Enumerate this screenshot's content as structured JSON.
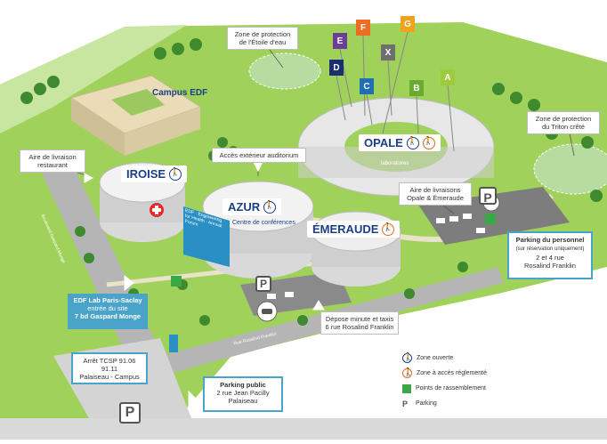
{
  "campus_label": "Campus EDF",
  "buildings": {
    "iroise": "IROISE",
    "azur": "AZUR",
    "opale": "OPALE",
    "emeraude": "ÉMERAUDE"
  },
  "azur_subtitle": "Centre de conférences",
  "labo_label": "laboratoires",
  "banner_text": "EDF · Engineering for Health · Annual Forum",
  "callouts": {
    "etoile_line1": "Zone de protection",
    "etoile_line2": "de l'Étoile d'eau",
    "triton_line1": "Zone de protection",
    "triton_line2": "du Triton crêté",
    "livraison_resto_line1": "Aire de livraison",
    "livraison_resto_line2": "restaurant",
    "auditorium": "Accès extérieur auditorium",
    "livraison_opale_line1": "Aire de livraisons",
    "livraison_opale_line2": "Opale & Émeraude",
    "personnel_title": "Parking du personnel",
    "personnel_note": "(sur réservation uniquement)",
    "personnel_addr1": "2 et 4 rue",
    "personnel_addr2": "Rosalind Franklin",
    "edflab_line1": "EDF Lab Paris-Saclay",
    "edflab_line2": "entrée du site",
    "edflab_line3": "7 bd Gaspard Monge",
    "depose_line1": "Dépose minute et taxis",
    "depose_line2": "6 rue Rosalind Franklin",
    "tcsp_line1": "Arrêt TCSP 91.06",
    "tcsp_line2": "91.11",
    "tcsp_line3": "Palaiseau - Campus",
    "public_title": "Parking public",
    "public_addr1": "2 rue Jean Pacilly",
    "public_addr2": "Palaiseau"
  },
  "street_labels": {
    "monge": "Boulevard Gaspard Monge",
    "franklin": "Rue Rosalind Franklin"
  },
  "zone_flags": [
    {
      "letter": "G",
      "color": "#f0a21c"
    },
    {
      "letter": "F",
      "color": "#ef6c23"
    },
    {
      "letter": "E",
      "color": "#6a3f95"
    },
    {
      "letter": "X",
      "color": "#6e6e6e"
    },
    {
      "letter": "D",
      "color": "#1b2f6e"
    },
    {
      "letter": "C",
      "color": "#1f6fb5"
    },
    {
      "letter": "B",
      "color": "#6aaa2e"
    },
    {
      "letter": "A",
      "color": "#9ccb3d"
    }
  ],
  "parking_symbol": "P",
  "legend": {
    "open": "Zone ouverte",
    "regulated": "Zone à accès réglementé",
    "assembly": "Points de rassemblement",
    "parking": "Parking"
  },
  "colors": {
    "accent_blue": "#4aa3c8",
    "building_text": "#1b3f87",
    "regulated_orange": "#e86a1a",
    "grass": "#8cc44a",
    "tree": "#3f8a2e",
    "road": "#a7a7a7",
    "assembly_green": "#3aa845"
  }
}
